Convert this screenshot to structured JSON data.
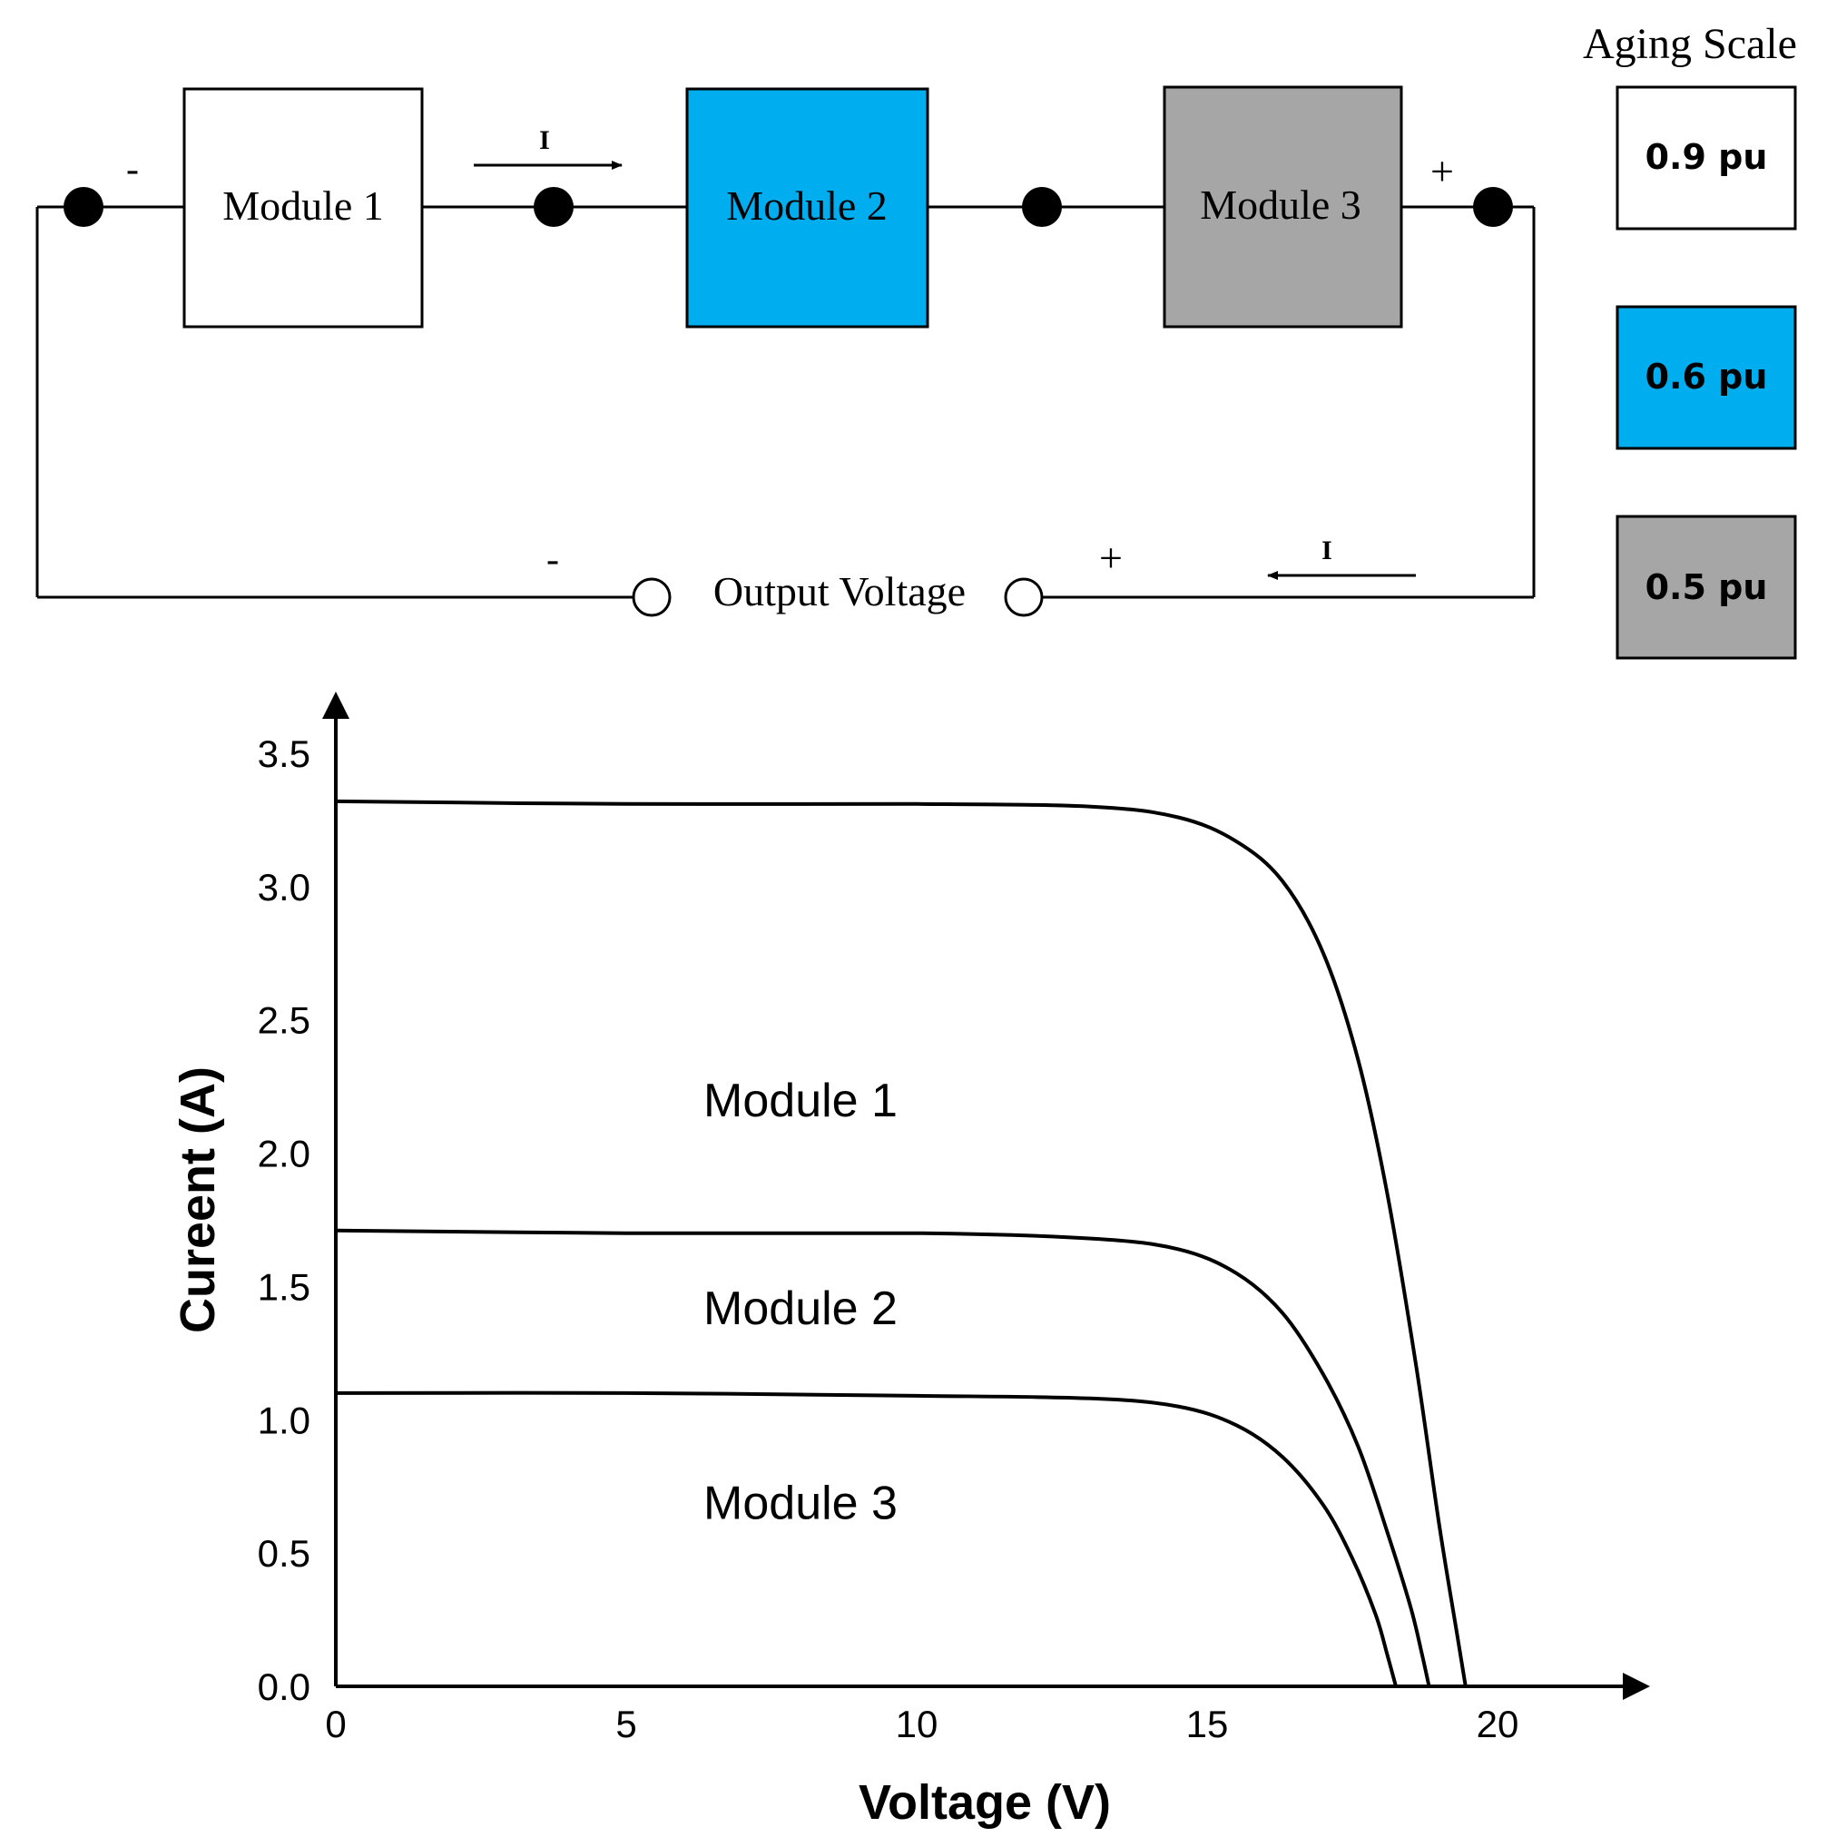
{
  "circuit": {
    "modules": [
      {
        "label": "Module 1",
        "fill": "#ffffff"
      },
      {
        "label": "Module 2",
        "fill": "#00aeef"
      },
      {
        "label": "Module 3",
        "fill": "#a6a6a6"
      }
    ],
    "top_minus": "-",
    "top_plus": "+",
    "current_label_top": "I",
    "current_label_bottom": "I",
    "bottom_minus": "-",
    "bottom_plus": "+",
    "output_label": "Output Voltage"
  },
  "aging_scale": {
    "title": "Aging Scale",
    "items": [
      {
        "label": "0.9 pu",
        "fill": "#ffffff"
      },
      {
        "label": "0.6 pu",
        "fill": "#00aeef"
      },
      {
        "label": "0.5 pu",
        "fill": "#a6a6a6"
      }
    ]
  },
  "chart_data": {
    "type": "line",
    "title": "",
    "xlabel": "Voltage (V)",
    "ylabel": "Cureent (A)",
    "xlim": [
      0,
      22
    ],
    "ylim": [
      0,
      3.7
    ],
    "x_ticks": [
      "0",
      "5",
      "10",
      "15",
      "20"
    ],
    "y_ticks": [
      "0.0",
      "0.5",
      "1.0",
      "1.5",
      "2.0",
      "2.5",
      "3.0",
      "3.5"
    ],
    "grid": false,
    "series": [
      {
        "name": "Module 1",
        "label_position": [
          8,
          2.2
        ],
        "points": [
          [
            0,
            3.32
          ],
          [
            5,
            3.31
          ],
          [
            10,
            3.31
          ],
          [
            13,
            3.3
          ],
          [
            14.5,
            3.26
          ],
          [
            15.5,
            3.17
          ],
          [
            16.3,
            3.02
          ],
          [
            17,
            2.75
          ],
          [
            17.6,
            2.35
          ],
          [
            18.1,
            1.85
          ],
          [
            18.6,
            1.2
          ],
          [
            19.0,
            0.6
          ],
          [
            19.3,
            0.2
          ],
          [
            19.45,
            0.0
          ]
        ]
      },
      {
        "name": "Module 2",
        "label_position": [
          8,
          1.42
        ],
        "points": [
          [
            0,
            1.71
          ],
          [
            5,
            1.7
          ],
          [
            10,
            1.7
          ],
          [
            13,
            1.68
          ],
          [
            14.5,
            1.64
          ],
          [
            15.5,
            1.55
          ],
          [
            16.3,
            1.4
          ],
          [
            17,
            1.17
          ],
          [
            17.6,
            0.9
          ],
          [
            18.1,
            0.58
          ],
          [
            18.5,
            0.3
          ],
          [
            18.7,
            0.12
          ],
          [
            18.82,
            0.0
          ]
        ]
      },
      {
        "name": "Module 3",
        "label_position": [
          8,
          0.69
        ],
        "points": [
          [
            0,
            1.1
          ],
          [
            5,
            1.1
          ],
          [
            10,
            1.09
          ],
          [
            13,
            1.08
          ],
          [
            14.5,
            1.05
          ],
          [
            15.5,
            0.98
          ],
          [
            16.3,
            0.86
          ],
          [
            17,
            0.68
          ],
          [
            17.5,
            0.48
          ],
          [
            17.9,
            0.27
          ],
          [
            18.1,
            0.12
          ],
          [
            18.25,
            0.0
          ]
        ]
      }
    ]
  }
}
